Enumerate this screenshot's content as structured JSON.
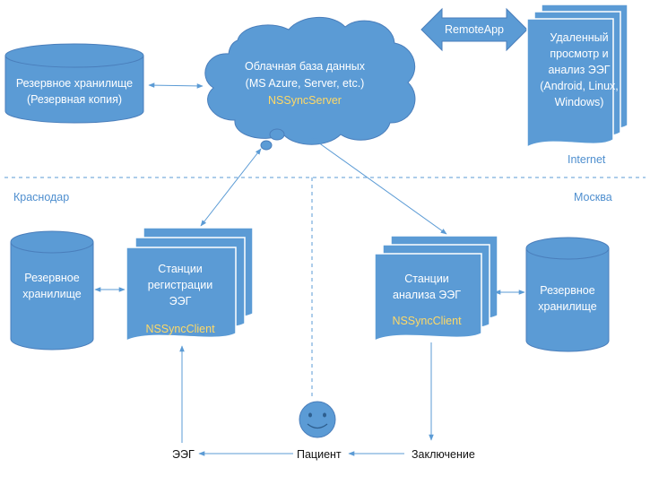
{
  "colors": {
    "shape_fill": "#5b9bd5",
    "shape_stroke": "#4a7ebb",
    "accent_text": "#ffd966",
    "region_label": "#4f8fcf",
    "arrow": "#5b9bd5"
  },
  "cloud": {
    "line1": "Облачная база данных",
    "line2": "(MS Azure, Server, etc.)",
    "accent": "NSSyncServer"
  },
  "backup_top": {
    "line1": "Резервное хранилище",
    "line2": "(Резервная копия)"
  },
  "remote_app": {
    "label": "RemoteApp"
  },
  "remote_viewer": {
    "lines": [
      "Удаленный",
      "просмотр и",
      "анализ ЭЭГ",
      "(Android, Linux,",
      "Windows)"
    ]
  },
  "regions": {
    "internet": "Internet",
    "left": "Краснодар",
    "right": "Москва"
  },
  "backup_left": {
    "line1": "Резервное",
    "line2": "хранилище"
  },
  "registration_stations": {
    "lines": [
      "Станции",
      "регистрации",
      "ЭЭГ"
    ],
    "accent": "NSSyncClient"
  },
  "analysis_stations": {
    "lines": [
      "Станции",
      "анализа ЭЭГ"
    ],
    "accent": "NSSyncClient"
  },
  "backup_right": {
    "line1": "Резервное",
    "line2": "хранилище"
  },
  "bottom": {
    "eeg": "ЭЭГ",
    "patient": "Пациент",
    "conclusion": "Заключение"
  },
  "icons": {
    "patient": "smiley-face-icon"
  }
}
